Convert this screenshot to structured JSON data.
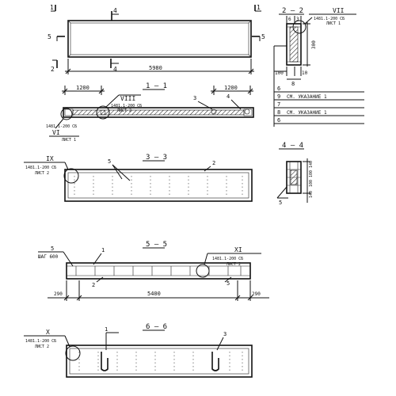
{
  "cut_marks": {
    "top_left_1": "1",
    "top_4": "4",
    "top_right_1": "1",
    "left_5": "5",
    "right_5": "5",
    "bottom_left_2": "2",
    "bottom_4": "4"
  },
  "plan": {
    "length": "5980"
  },
  "section_1_1": {
    "title": "1 — 1",
    "callout_viii": "VIII",
    "ref_viii": "1481.1-200 СБ",
    "ref_viii_sheet": "ЛИСТ 2",
    "callout_vi": "VI",
    "ref_vi": "1481.1-200 СБ",
    "ref_vi_sheet": "ЛИСТ 1",
    "dim_left": "1200",
    "dim_right": "1200",
    "pos_3": "3",
    "pos_4": "4"
  },
  "section_2_2": {
    "title": "2 — 2",
    "callout_vii": "VII",
    "ref_vii": "1481.1-200 СБ",
    "ref_vii_sheet": "ЛИСТ 1",
    "dim_6": "6",
    "dim_3": "3",
    "dim_h": "300",
    "dim_100": "100",
    "dim_10": "10",
    "dim_8": "8",
    "layers": [
      {
        "num": "6",
        "text": ""
      },
      {
        "num": "9",
        "text": "СМ. УКАЗАНИЕ 1"
      },
      {
        "num": "7",
        "text": ""
      },
      {
        "num": "8",
        "text": "СМ. УКАЗАНИЕ 1"
      },
      {
        "num": "6",
        "text": ""
      }
    ]
  },
  "section_3_3": {
    "title": "3 — 3",
    "callout_ix": "IX",
    "ref_ix": "1481.1-200 СБ",
    "ref_ix_sheet": "ЛИСТ 2",
    "pos_5": "5",
    "pos_2": "2"
  },
  "section_4_4": {
    "title": "4 — 4",
    "dim_a": "140",
    "dim_b": "100",
    "dim_c": "100",
    "dim_d": "140",
    "pos_5": "5"
  },
  "section_5_5": {
    "title": "5 — 5",
    "pos_5": "5",
    "step_label": "ШАГ 600",
    "pos_1": "1",
    "pos_2": "2",
    "pos_5b": "5",
    "callout_xi": "XI",
    "ref_xi": "1481.1-200 СБ",
    "ref_xi_sheet": "ЛИСТ 2",
    "dim_left": "290",
    "dim_mid": "5400",
    "dim_right": "290"
  },
  "section_6_6": {
    "title": "6 — 6",
    "callout_x": "X",
    "ref_x": "1481.1-200 СБ",
    "ref_x_sheet": "ЛИСТ 2",
    "pos_1": "1",
    "pos_3": "3"
  }
}
